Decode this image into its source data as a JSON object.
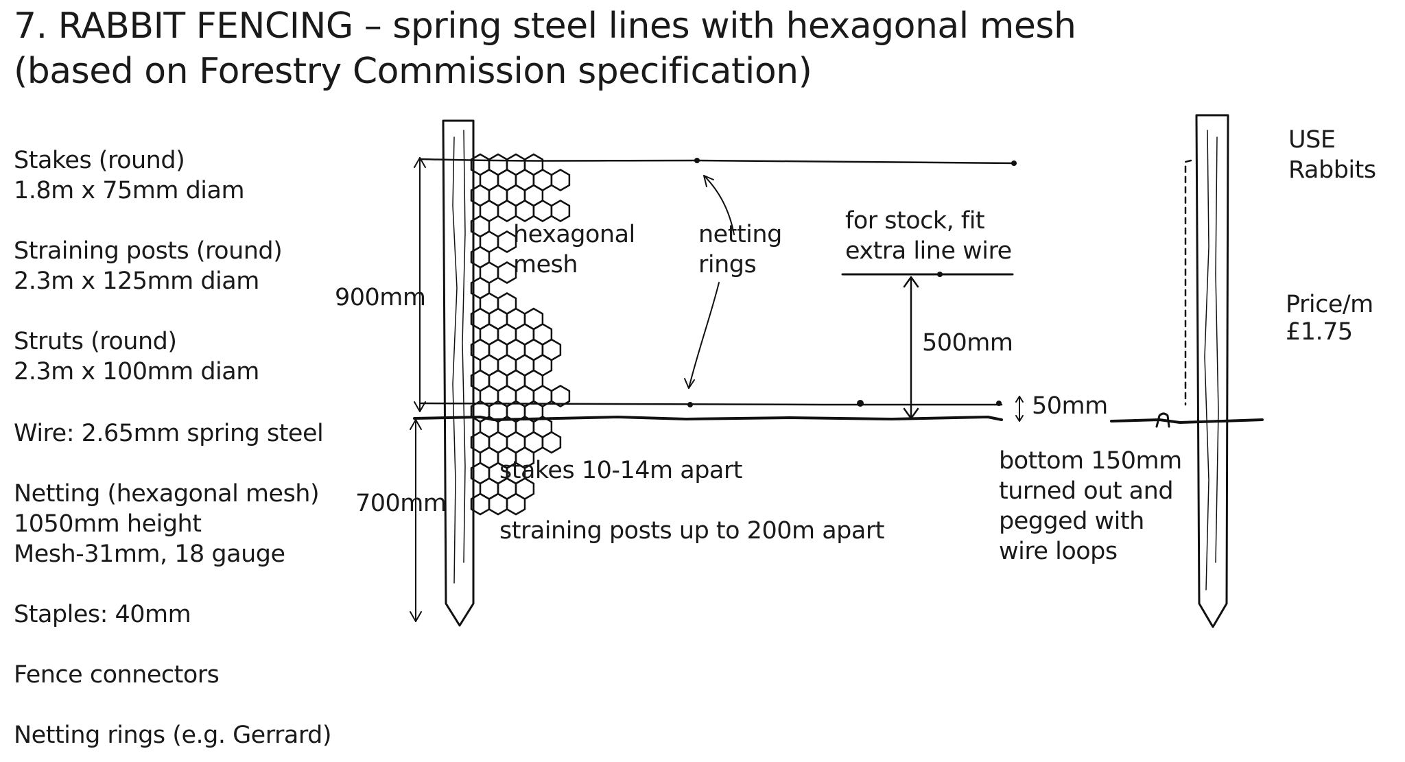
{
  "title": {
    "line1": "7. RABBIT FENCING – spring steel lines with hexagonal mesh",
    "line2": "(based on Forestry Commission specification)"
  },
  "specs": [
    {
      "line1": "Stakes (round)",
      "line2": "1.8m x 75mm diam"
    },
    {
      "line1": "Straining posts (round)",
      "line2": "2.3m x 125mm diam"
    },
    {
      "line1": "Struts (round)",
      "line2": "2.3m x 100mm diam"
    },
    {
      "line1": "Wire: 2.65mm spring steel"
    },
    {
      "line1": "Netting (hexagonal mesh)",
      "line2": "1050mm height",
      "line3": "Mesh-31mm, 18 gauge"
    },
    {
      "line1": "Staples: 40mm"
    },
    {
      "line1": "Fence connectors"
    },
    {
      "line1": "Netting rings (e.g. Gerrard)"
    }
  ],
  "diagram": {
    "dim_900": "900mm",
    "dim_700": "700mm",
    "dim_500": "500mm",
    "dim_50": "50mm",
    "hex_mesh": [
      "hexagonal",
      "mesh"
    ],
    "netting_rings": [
      "netting",
      "rings"
    ],
    "stock_note": [
      "for stock, fit",
      "extra line wire"
    ],
    "stakes_note": "stakes 10-14m apart",
    "straining_note": "straining posts up to 200m apart",
    "bottom_note": [
      "bottom 150mm",
      "turned out and",
      "pegged with",
      "wire loops"
    ]
  },
  "side": {
    "use_label": "USE",
    "use_value": "Rabbits",
    "price_label": "Price/m",
    "price_value": "£1.75"
  }
}
